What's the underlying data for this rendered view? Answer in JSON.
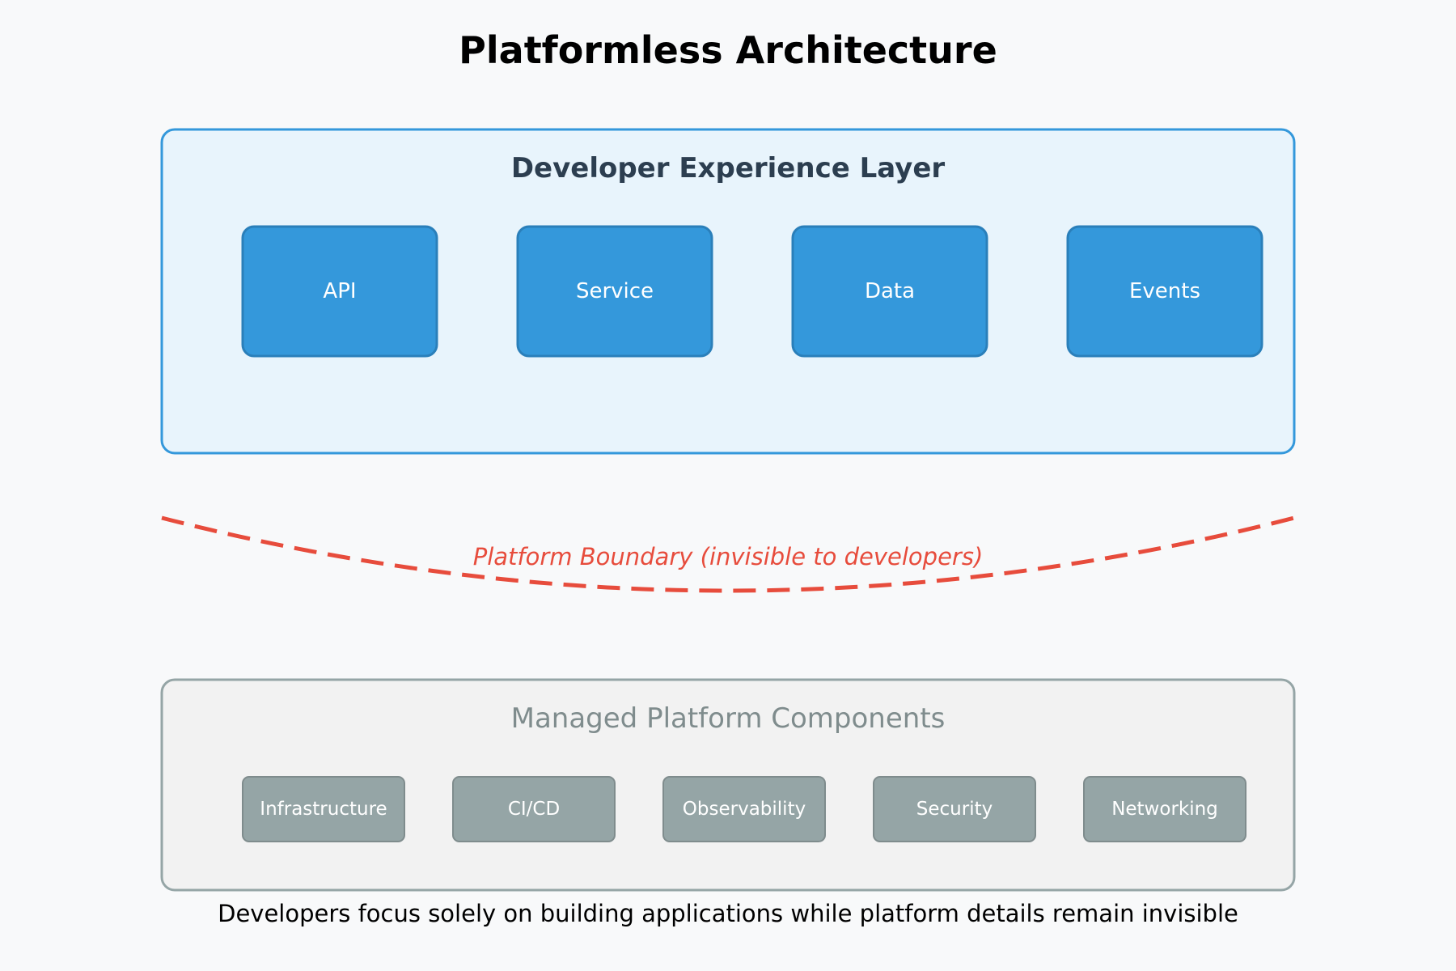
{
  "title": "Platformless Architecture",
  "developer_layer": {
    "title": "Developer Experience Layer",
    "components": [
      "API",
      "Service",
      "Data",
      "Events"
    ]
  },
  "boundary": {
    "label": "Platform Boundary (invisible to developers)"
  },
  "platform_layer": {
    "title": "Managed Platform Components",
    "components": [
      "Infrastructure",
      "CI/CD",
      "Observability",
      "Security",
      "Networking"
    ]
  },
  "caption": "Developers focus solely on building applications while platform details remain invisible",
  "colors": {
    "background": "#f8f9fa",
    "dev_panel_fill": "#e8f4fc",
    "dev_panel_stroke": "#3498db",
    "dev_box_fill": "#3498db",
    "dev_box_stroke": "#2a7fba",
    "platform_panel_fill": "#f2f2f2",
    "platform_panel_stroke": "#95a5a6",
    "platform_box_fill": "#95a5a6",
    "platform_box_stroke": "#7f8c8d",
    "boundary": "#e74c3c"
  }
}
